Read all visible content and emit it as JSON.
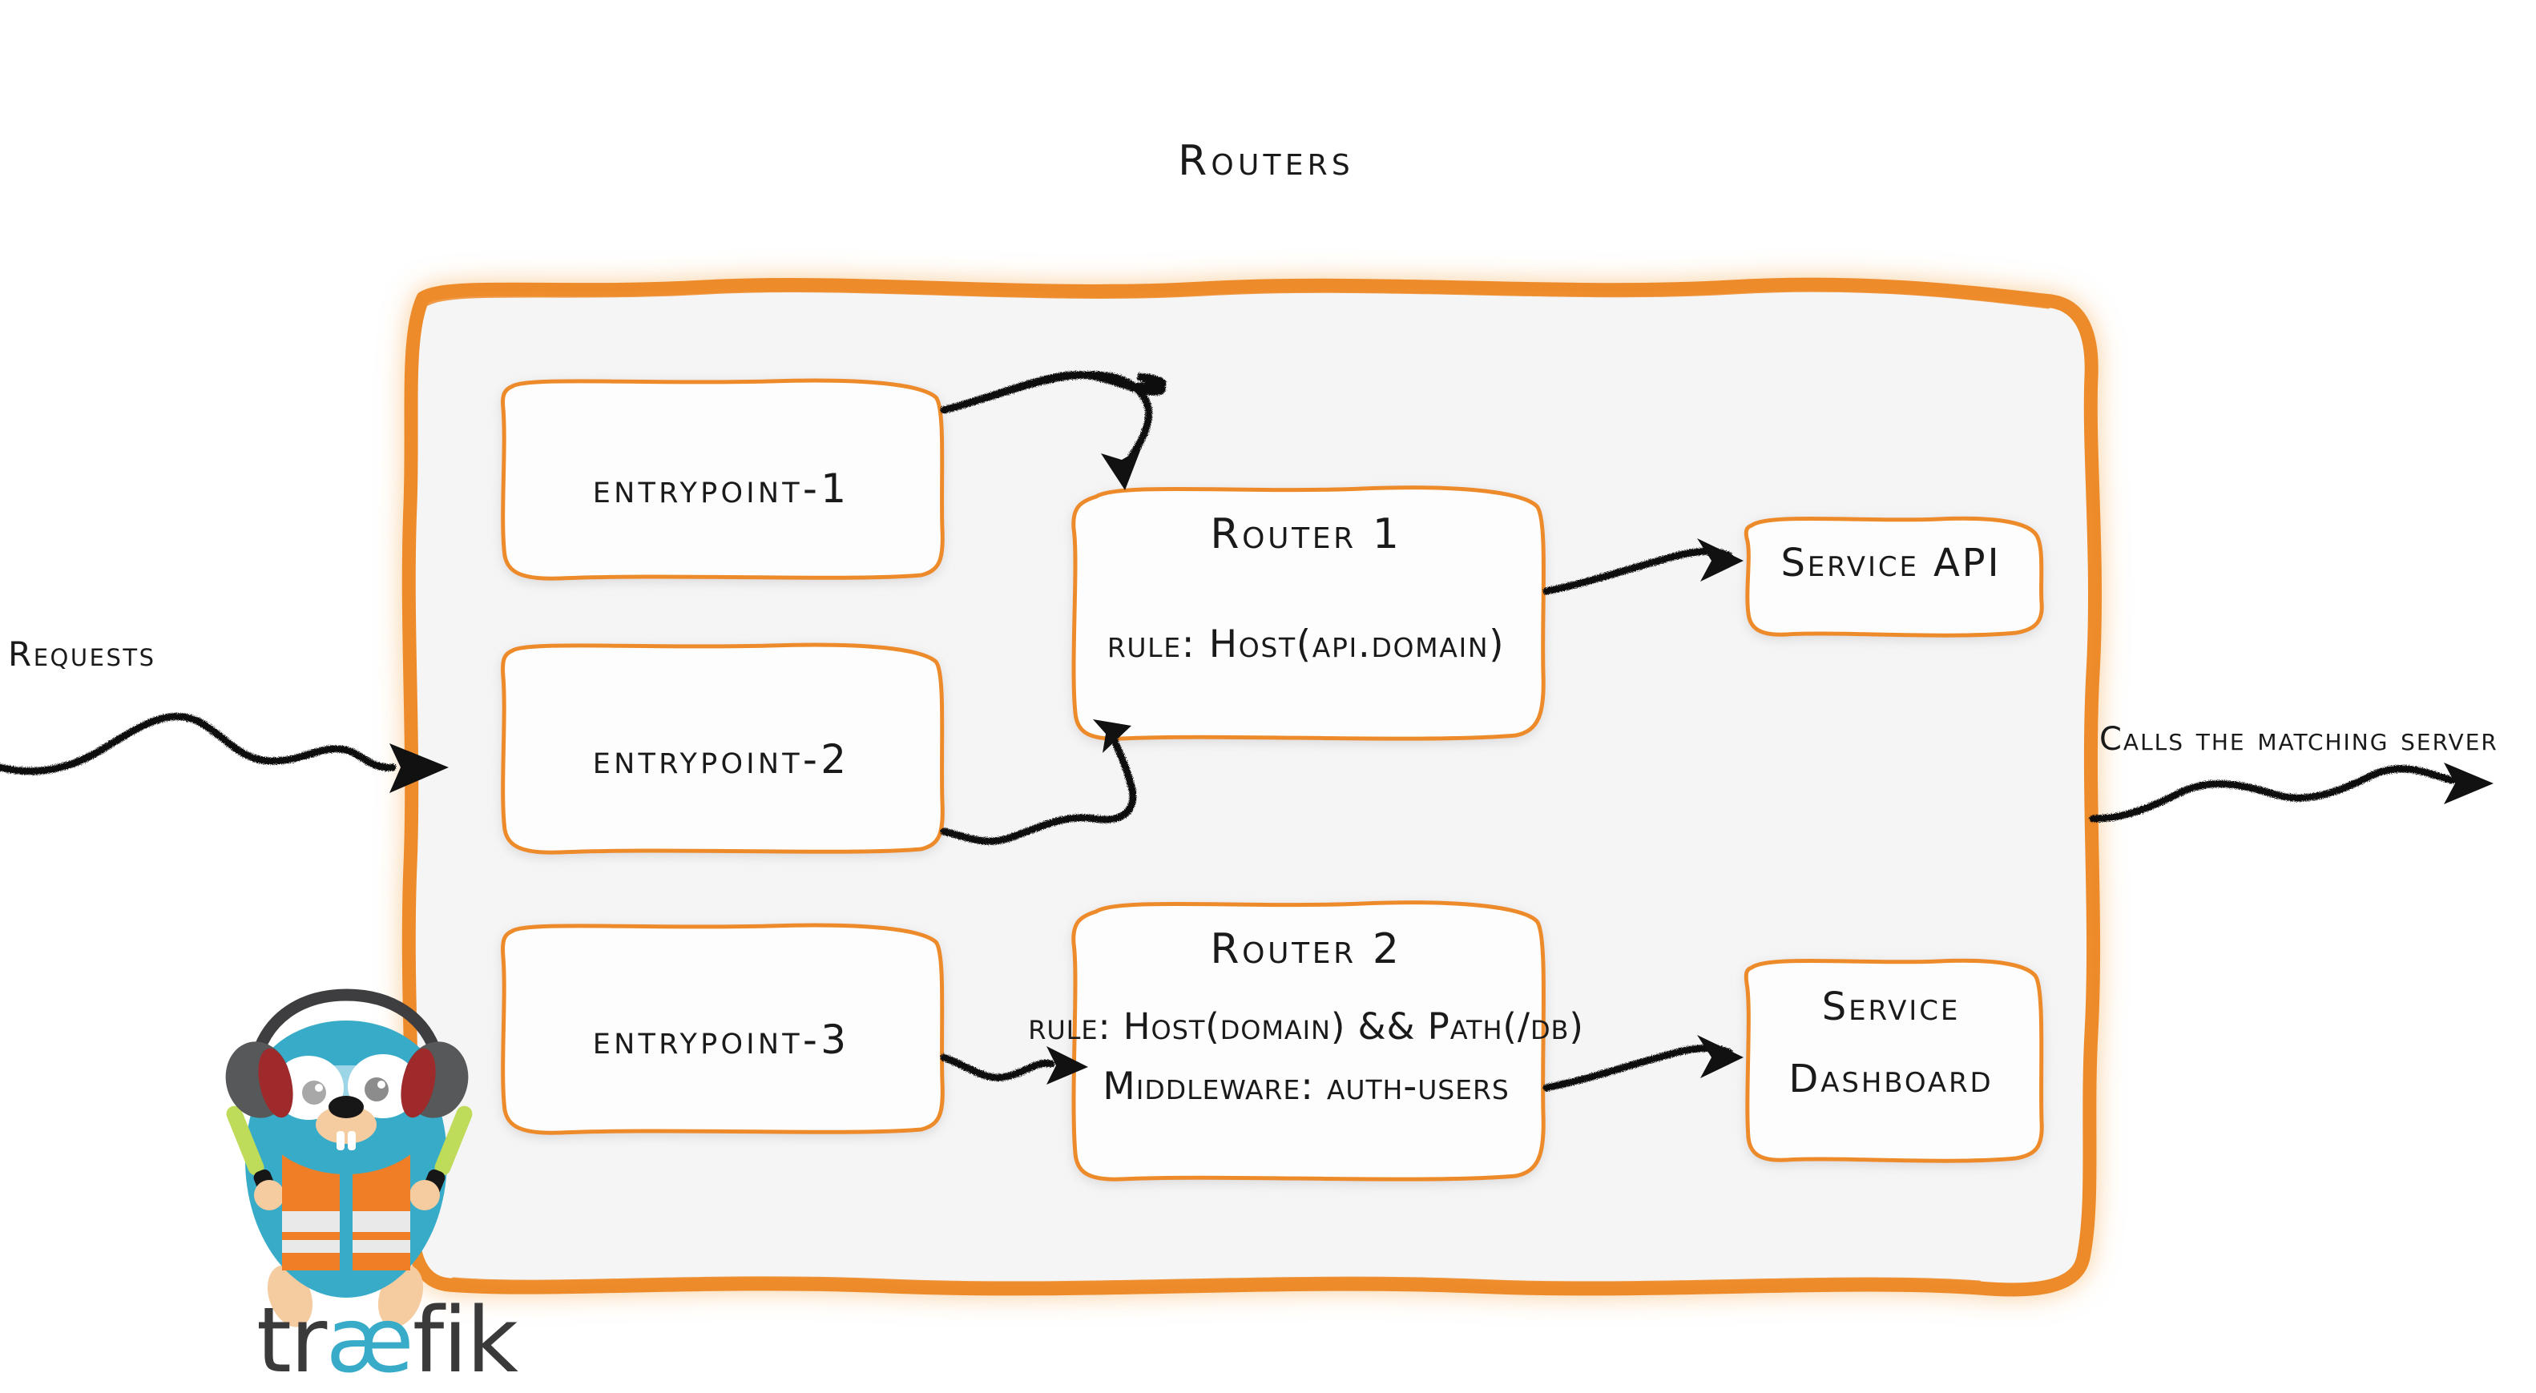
{
  "diagram": {
    "title": "Routers",
    "brand": "traefik",
    "brand_parts": {
      "pre": "tr",
      "lig": "æ",
      "post": "fik"
    },
    "colors": {
      "accent_orange": "#ED8B2B",
      "panel_fill": "#F5F5F5",
      "box_fill": "#FDFDFD",
      "ink": "#1A1A1A",
      "gopher_body": "#37ABC8",
      "vest_orange": "#F07E26",
      "wand_green": "#BFDB5A",
      "headphone_gray": "#57585A",
      "headphone_red": "#9E2A2B"
    }
  },
  "labels": {
    "requests": "Requests",
    "calls_matching_server": "Calls the matching server"
  },
  "entrypoints": [
    {
      "id": "entrypoint-1",
      "label": "entrypoint-1"
    },
    {
      "id": "entrypoint-2",
      "label": "entrypoint-2"
    },
    {
      "id": "entrypoint-3",
      "label": "entrypoint-3"
    }
  ],
  "routers": [
    {
      "id": "router-1",
      "title": "Router 1",
      "rule": "rule: Host(api.domain)"
    },
    {
      "id": "router-2",
      "title": "Router 2",
      "rule": "rule: Host(domain) && Path(/db)",
      "middleware": "Middleware: auth-users"
    }
  ],
  "services": [
    {
      "id": "service-api",
      "label": "Service API"
    },
    {
      "id": "service-dashboard",
      "line1": "Service",
      "line2": "Dashboard"
    }
  ],
  "icons": {
    "gopher": "traefik-gopher-mascot-icon",
    "arrow": "arrow-icon"
  }
}
